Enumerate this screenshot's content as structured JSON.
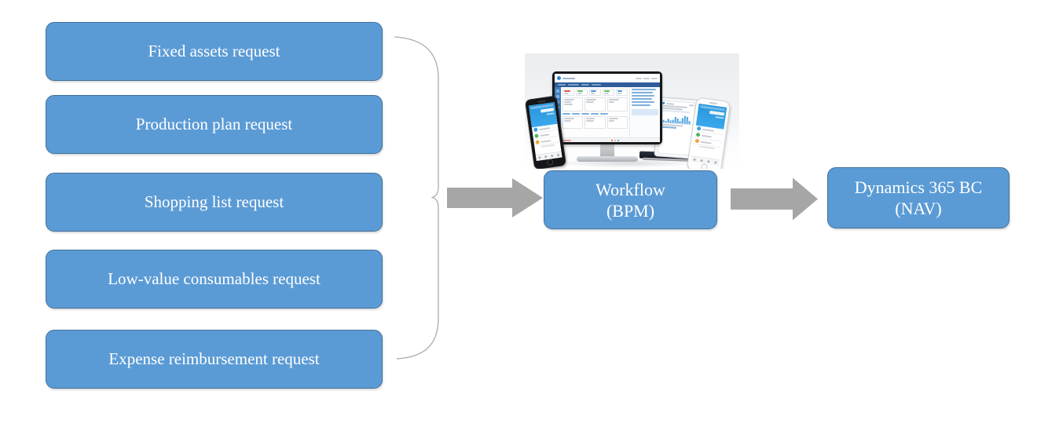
{
  "diagram": {
    "request_boxes": [
      {
        "label": "Fixed assets request"
      },
      {
        "label": "Production plan request"
      },
      {
        "label": "Shopping list request"
      },
      {
        "label": "Low-value consumables request"
      },
      {
        "label": "Expense reimbursement request"
      }
    ],
    "workflow_box": {
      "line1": "Workflow",
      "line2": "(BPM)"
    },
    "dynamics_box": {
      "line1": "Dynamics 365 BC",
      "line2": "(NAV)"
    },
    "colors": {
      "box_fill": "#5B9BD5",
      "box_border": "#41719C",
      "box_text": "#FFFFFF",
      "arrow_fill": "#A6A6A6",
      "connector_stroke": "#ABABAB"
    }
  },
  "montage": {
    "description": "Multi-device photo: BPM workflow dashboard shown on smartphone, desktop monitor, tablet with bar chart, and second smartphone",
    "devices": [
      "left-smartphone",
      "desktop-monitor",
      "tablet",
      "right-smartphone"
    ],
    "chart_bars": [
      3,
      2,
      5,
      3,
      4,
      8,
      6,
      3,
      7,
      10,
      9,
      4
    ],
    "accent_blue": "#2B9DE2"
  }
}
